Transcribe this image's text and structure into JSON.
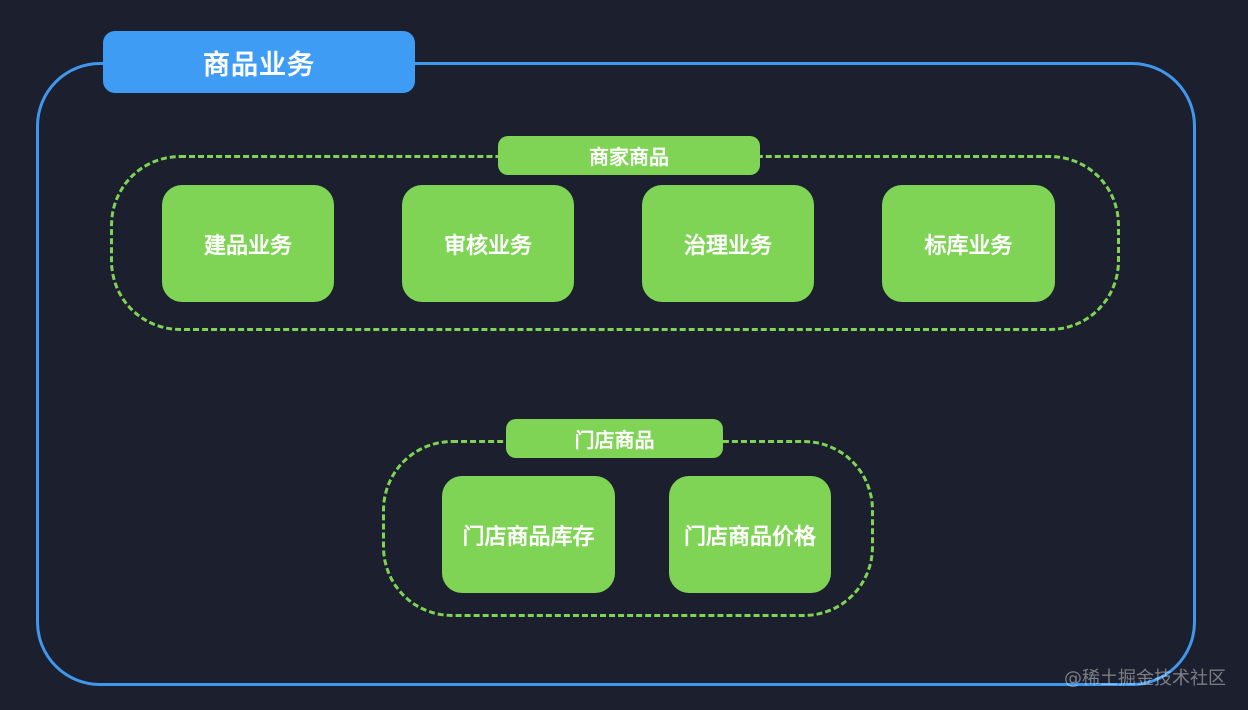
{
  "diagram": {
    "title": "商品业务",
    "groups": [
      {
        "label": "商家商品",
        "items": [
          "建品业务",
          "审核业务",
          "治理业务",
          "标库业务"
        ]
      },
      {
        "label": "门店商品",
        "items": [
          "门店商品库存",
          "门店商品价格"
        ]
      }
    ]
  },
  "watermark": "@稀土掘金技术社区",
  "colors": {
    "background": "#1c1f2d",
    "outer_border": "#3f97ee",
    "title_fill": "#3f9cf4",
    "group_border": "#7fd455",
    "node_fill": "#7fd455",
    "text": "#ffffff"
  }
}
